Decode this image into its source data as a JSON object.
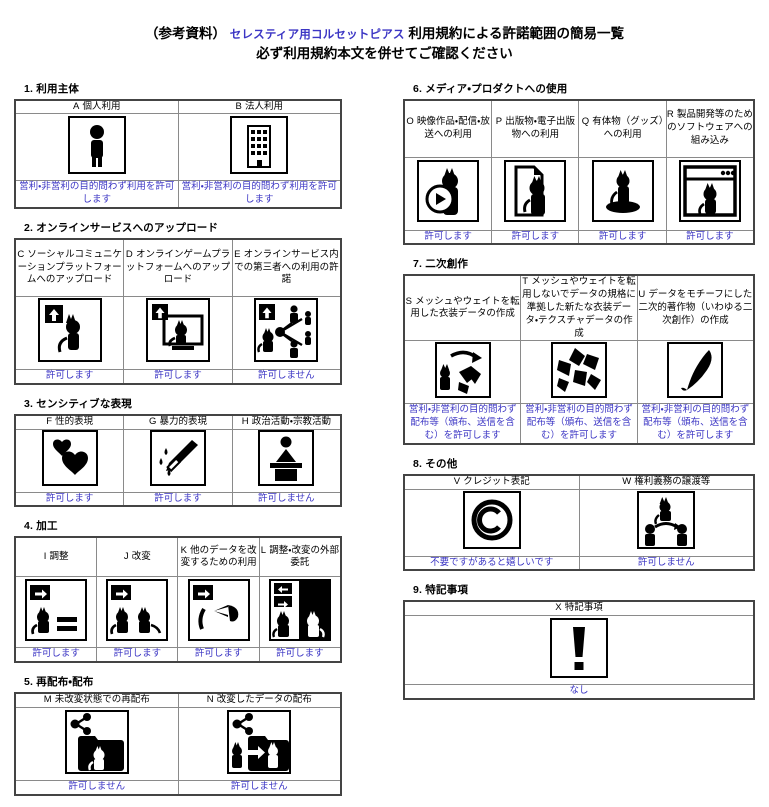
{
  "title": {
    "prefix": "（参考資料）",
    "accent": "セレスティア用コルセットピアス",
    "suffix": "利用規約による許諾範囲の簡易一覧",
    "line2": "必ず利用規約本文を併せてご確認ください"
  },
  "colors": {
    "permission_text": "#3b35c4",
    "accent": "#3b35c4",
    "border": "#8a8a8a",
    "outer_border": "#444444",
    "background": "#ffffff"
  },
  "sections": [
    {
      "number": "1.",
      "title": "利用主体",
      "columns": [
        {
          "letter": "A",
          "label": "個人利用",
          "icon": "person-icon",
          "permission": "営利・非営利の目的問わず利用を許可します"
        },
        {
          "letter": "B",
          "label": "法人利用",
          "icon": "building-icon",
          "permission": "営利・非営利の目的問わず利用を許可します"
        }
      ]
    },
    {
      "number": "2.",
      "title": "オンラインサービスへのアップロード",
      "columns": [
        {
          "letter": "C",
          "label": "ソーシャルコミュニケーションプラットフォームへのアップロード",
          "icon": "upload-cat-icon",
          "permission": "許可します"
        },
        {
          "letter": "D",
          "label": "オンラインゲームプラットフォームへのアップロード",
          "icon": "upload-monitor-cat-icon",
          "permission": "許可します"
        },
        {
          "letter": "E",
          "label": "オンラインサービス内での第三者への利用の許諾",
          "icon": "share-people-cat-icon",
          "permission": "許可しません"
        }
      ]
    },
    {
      "number": "3.",
      "title": "センシティブな表現",
      "columns": [
        {
          "letter": "F",
          "label": "性的表現",
          "icon": "hearts-icon",
          "permission": "許可します"
        },
        {
          "letter": "G",
          "label": "暴力的表現",
          "icon": "knife-blood-icon",
          "permission": "許可します"
        },
        {
          "letter": "H",
          "label": "政治活動・宗教活動",
          "icon": "podium-speaker-icon",
          "permission": "許可しません"
        }
      ]
    },
    {
      "number": "4.",
      "title": "加工",
      "columns": [
        {
          "letter": "I",
          "label": "調整",
          "icon": "arrow-cat-equal-icon",
          "permission": "許可します"
        },
        {
          "letter": "J",
          "label": "改変",
          "icon": "arrow-cat-cat-icon",
          "permission": "許可します"
        },
        {
          "letter": "K",
          "label": "他のデータを改変するための利用",
          "icon": "arrow-cat-bowtie-icon",
          "permission": "許可します"
        },
        {
          "letter": "L",
          "label": "調整・改変の外部委託",
          "icon": "outsource-cat-icon",
          "permission": "許可します"
        }
      ]
    },
    {
      "number": "5.",
      "title": "再配布・配布",
      "columns": [
        {
          "letter": "M",
          "label": "未改変状態での再配布",
          "icon": "share-folder-cat-icon",
          "permission": "許可しません"
        },
        {
          "letter": "N",
          "label": "改変したデータの配布",
          "icon": "share-modified-cat-icon",
          "permission": "許可しません"
        }
      ]
    },
    {
      "number": "6.",
      "title": "メディア・プロダクトへの使用",
      "columns": [
        {
          "letter": "O",
          "label": "映像作品・配信・放送への利用",
          "icon": "video-play-cat-icon",
          "permission": "許可します"
        },
        {
          "letter": "P",
          "label": "出版物・電子出版物への利用",
          "icon": "document-cat-icon",
          "permission": "許可します"
        },
        {
          "letter": "Q",
          "label": "有体物（グッズ）への利用",
          "icon": "figurine-cat-icon",
          "permission": "許可します"
        },
        {
          "letter": "R",
          "label": "製品開発等のためのソフトウェアへの組み込み",
          "icon": "software-window-cat-icon",
          "permission": "許可します"
        }
      ]
    },
    {
      "number": "7.",
      "title": "二次創作",
      "columns": [
        {
          "letter": "S",
          "label": "メッシュやウェイトを転用した衣装データの作成",
          "icon": "recycle-mesh-icon",
          "permission": "営利・非営利の目的問わず配布等（頒布、送信を含む）を許可します"
        },
        {
          "letter": "T",
          "label": "メッシュやウェイトを転用しないでデータの規格に準拠した新たな衣装データ・テクスチャデータの作成",
          "icon": "mesh-pieces-icon",
          "permission": "営利・非営利の目的問わず配布等（頒布、送信を含む）を許可します"
        },
        {
          "letter": "U",
          "label": "データをモチーフにした二次的著作物（いわゆる二次創作）の作成",
          "icon": "brush-pen-icon",
          "permission": "営利・非営利の目的問わず配布等（頒布、送信を含む）を許可します"
        }
      ]
    },
    {
      "number": "8.",
      "title": "その他",
      "columns": [
        {
          "letter": "V",
          "label": "クレジット表記",
          "icon": "copyright-icon",
          "permission": "不要ですがあると嬉しいです"
        },
        {
          "letter": "W",
          "label": "権利義務の譲渡等",
          "icon": "transfer-cat-icon",
          "permission": "許可しません"
        }
      ]
    },
    {
      "number": "9.",
      "title": "特記事項",
      "columns": [
        {
          "letter": "X",
          "label": "特記事項",
          "icon": "exclamation-icon",
          "permission": "なし"
        }
      ]
    }
  ]
}
